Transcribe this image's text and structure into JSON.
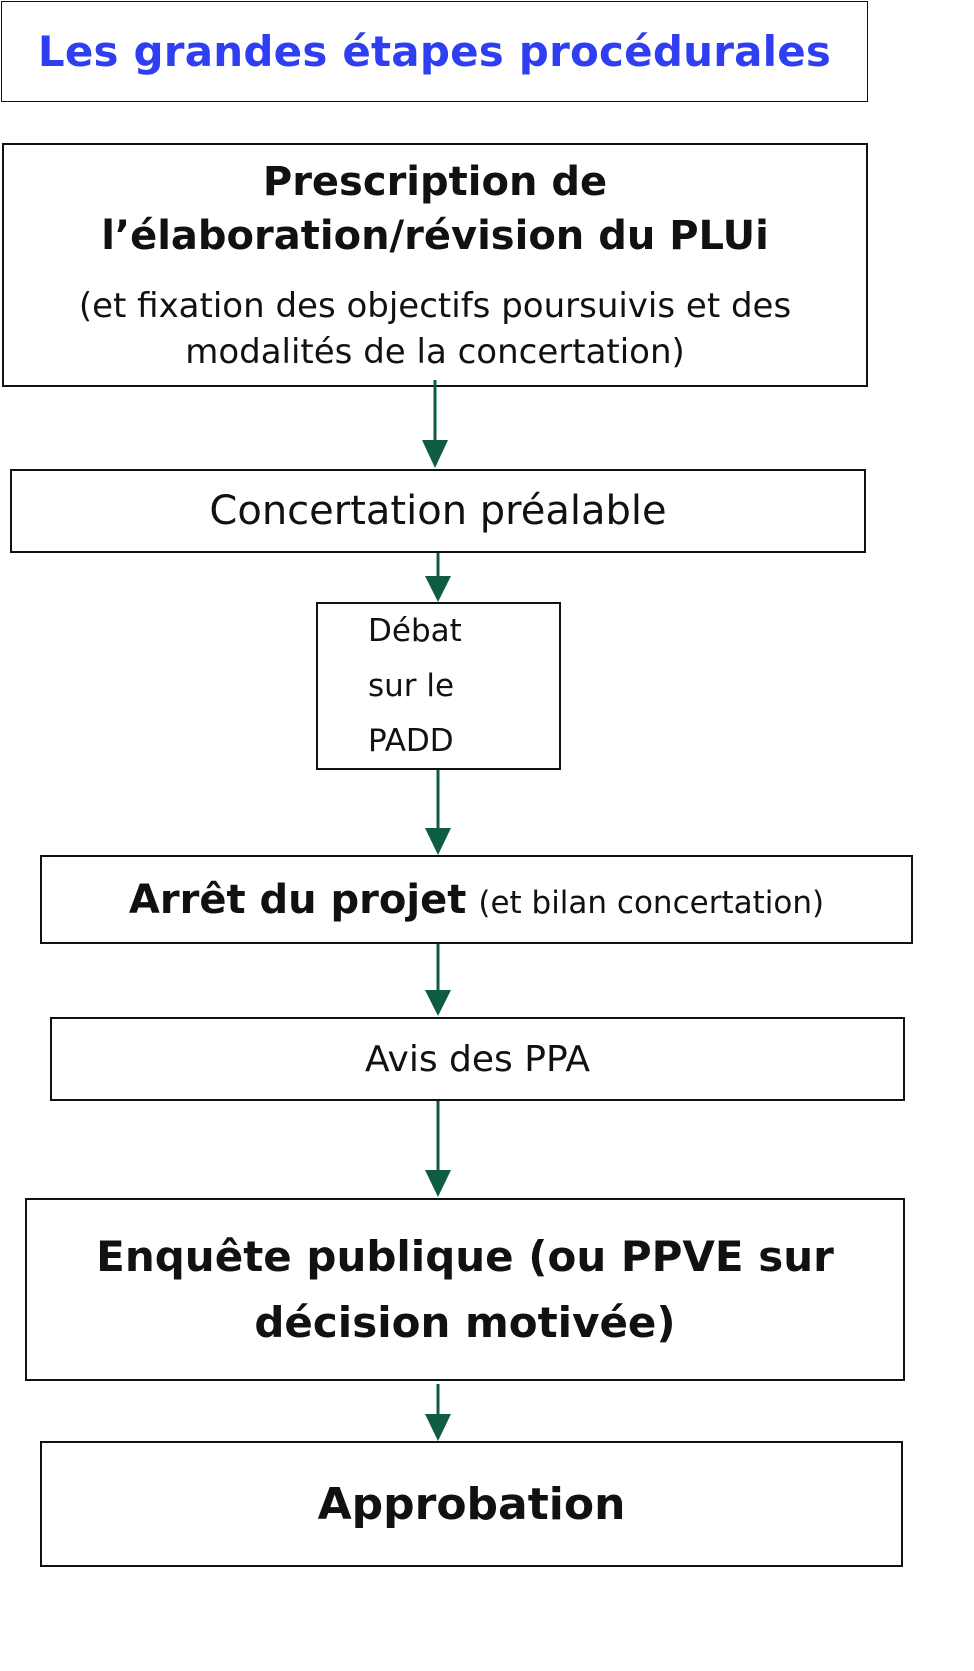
{
  "title": "Les grandes étapes procédurales",
  "steps": {
    "prescription": {
      "main": "Prescription de l’élaboration/révision du PLUi",
      "sub": "(et fixation des objectifs poursuivis et des modalités de la concertation)"
    },
    "concertation": "Concertation préalable",
    "debat": "Débat sur le PADD",
    "arret": {
      "main": "Arrêt du projet",
      "sub": "(et bilan concertation)"
    },
    "avis": "Avis des PPA",
    "enquete": "Enquête publique (ou PPVE sur décision motivée)",
    "approbation": "Approbation"
  },
  "colors": {
    "title": "#2e3ef0",
    "arrow": "#0f5c44",
    "border": "#111111"
  }
}
